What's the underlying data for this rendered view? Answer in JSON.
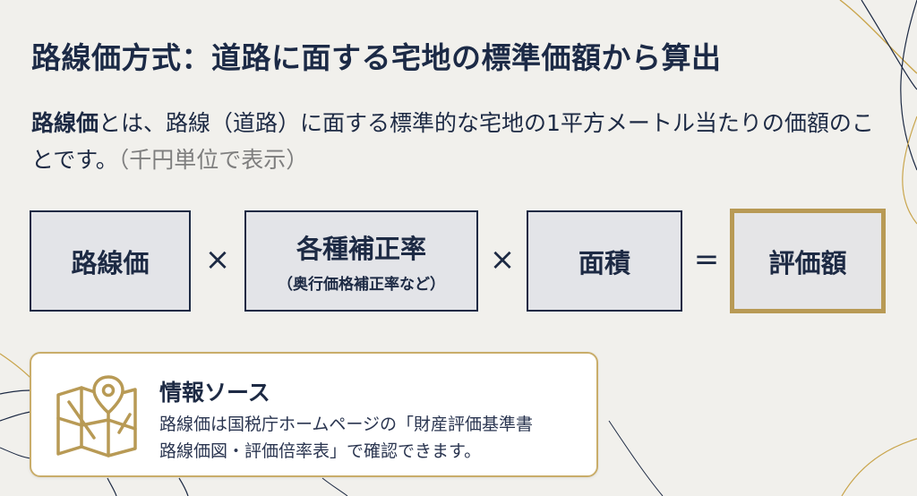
{
  "title": "路線価方式：道路に面する宅地の標準価額から算出",
  "intro": {
    "term": "路線価",
    "text": "とは、路線（道路）に面する標準的な宅地の1平方メートル当たりの価額のことです。",
    "note": "（千円単位で表示）"
  },
  "formula": {
    "box1": "路線価",
    "op1": "×",
    "box2": "各種補正率",
    "box2_sub": "（奥行価格補正率など）",
    "op2": "×",
    "box3": "面積",
    "op3": "=",
    "result": "評価額"
  },
  "source": {
    "icon": "map-pin-icon",
    "title": "情報ソース",
    "line1": "路線価は国税庁ホームページの「財産評価基準書",
    "line2": "路線価図・評価倍率表」で確認できます。"
  },
  "colors": {
    "navy": "#1d2a44",
    "gold": "#b89a55",
    "background": "#f1f0ec",
    "box_fill": "#e3e4e8"
  }
}
